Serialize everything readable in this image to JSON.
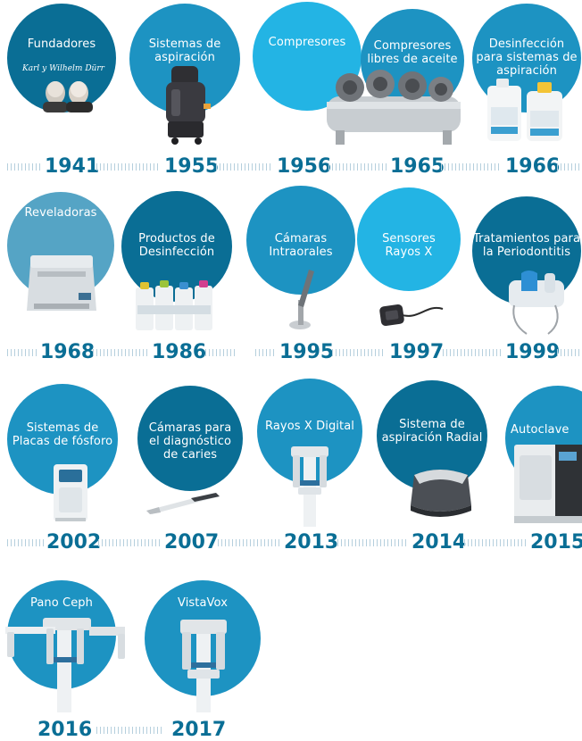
{
  "colors": {
    "dark_blue": "#0a6e95",
    "mid_blue": "#1d93c2",
    "light_blue": "#23b4e4",
    "grey_blue": "#55a4c5",
    "year_text": "#0a6e95",
    "dots": "#b5cfdd"
  },
  "timeline": [
    {
      "label": "Fundadores",
      "year": "1941",
      "signature": "Karl y Wilhelm Dürr"
    },
    {
      "label": "Sistemas de\naspiración",
      "year": "1955"
    },
    {
      "label": "Compresores",
      "year": "1956"
    },
    {
      "label": "Compresores\nlibres de aceite",
      "year": "1965"
    },
    {
      "label": "Desinfección\npara sistemas de\naspiración",
      "year": "1966"
    },
    {
      "label": "Reveladoras",
      "year": "1968"
    },
    {
      "label": "Productos de\nDesinfección",
      "year": "1986"
    },
    {
      "label": "Cámaras\nIntraorales",
      "year": "1995"
    },
    {
      "label": "Sensores\nRayos X",
      "year": "1997"
    },
    {
      "label": "Tratamientos para\nla Periodontitis",
      "year": "1999"
    },
    {
      "label": "Sistemas de\nPlacas de fósforo",
      "year": "2002"
    },
    {
      "label": "Cámaras para\nel diagnóstico\nde caries",
      "year": "2007"
    },
    {
      "label": "Rayos X Digital",
      "year": "2013"
    },
    {
      "label": "Sistema de\naspiración Radial",
      "year": "2014"
    },
    {
      "label": "Autoclave",
      "year": "2015"
    },
    {
      "label": "Pano Ceph",
      "year": "2016"
    },
    {
      "label": "VistaVox",
      "year": "2017"
    }
  ]
}
